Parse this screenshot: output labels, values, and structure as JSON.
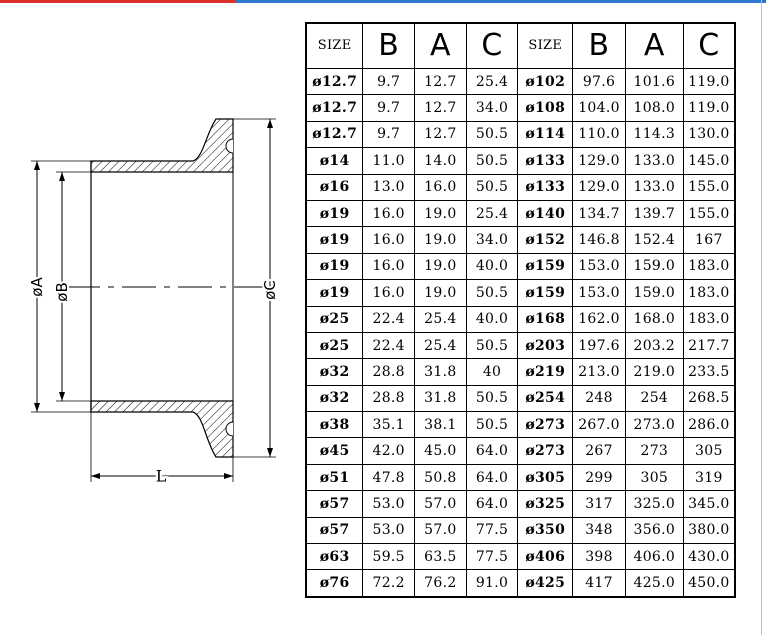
{
  "colors": {
    "bar_left": "#d9312b",
    "bar_right": "#2f78d0",
    "line": "#000000"
  },
  "drawing": {
    "dim_a": "øA",
    "dim_b": "øB",
    "dim_c": "øC",
    "dim_l": "L"
  },
  "table": {
    "headers": [
      "SIZE",
      "B",
      "A",
      "C",
      "SIZE",
      "B",
      "A",
      "C"
    ],
    "rows": [
      [
        "ø12.7",
        "9.7",
        "12.7",
        "25.4",
        "ø102",
        "97.6",
        "101.6",
        "119.0"
      ],
      [
        "ø12.7",
        "9.7",
        "12.7",
        "34.0",
        "ø108",
        "104.0",
        "108.0",
        "119.0"
      ],
      [
        "ø12.7",
        "9.7",
        "12.7",
        "50.5",
        "ø114",
        "110.0",
        "114.3",
        "130.0"
      ],
      [
        "ø14",
        "11.0",
        "14.0",
        "50.5",
        "ø133",
        "129.0",
        "133.0",
        "145.0"
      ],
      [
        "ø16",
        "13.0",
        "16.0",
        "50.5",
        "ø133",
        "129.0",
        "133.0",
        "155.0"
      ],
      [
        "ø19",
        "16.0",
        "19.0",
        "25.4",
        "ø140",
        "134.7",
        "139.7",
        "155.0"
      ],
      [
        "ø19",
        "16.0",
        "19.0",
        "34.0",
        "ø152",
        "146.8",
        "152.4",
        "167"
      ],
      [
        "ø19",
        "16.0",
        "19.0",
        "40.0",
        "ø159",
        "153.0",
        "159.0",
        "183.0"
      ],
      [
        "ø19",
        "16.0",
        "19.0",
        "50.5",
        "ø159",
        "153.0",
        "159.0",
        "183.0"
      ],
      [
        "ø25",
        "22.4",
        "25.4",
        "40.0",
        "ø168",
        "162.0",
        "168.0",
        "183.0"
      ],
      [
        "ø25",
        "22.4",
        "25.4",
        "50.5",
        "ø203",
        "197.6",
        "203.2",
        "217.7"
      ],
      [
        "ø32",
        "28.8",
        "31.8",
        "40",
        "ø219",
        "213.0",
        "219.0",
        "233.5"
      ],
      [
        "ø32",
        "28.8",
        "31.8",
        "50.5",
        "ø254",
        "248",
        "254",
        "268.5"
      ],
      [
        "ø38",
        "35.1",
        "38.1",
        "50.5",
        "ø273",
        "267.0",
        "273.0",
        "286.0"
      ],
      [
        "ø45",
        "42.0",
        "45.0",
        "64.0",
        "ø273",
        "267",
        "273",
        "305"
      ],
      [
        "ø51",
        "47.8",
        "50.8",
        "64.0",
        "ø305",
        "299",
        "305",
        "319"
      ],
      [
        "ø57",
        "53.0",
        "57.0",
        "64.0",
        "ø325",
        "317",
        "325.0",
        "345.0"
      ],
      [
        "ø57",
        "53.0",
        "57.0",
        "77.5",
        "ø350",
        "348",
        "356.0",
        "380.0"
      ],
      [
        "ø63",
        "59.5",
        "63.5",
        "77.5",
        "ø406",
        "398",
        "406.0",
        "430.0"
      ],
      [
        "ø76",
        "72.2",
        "76.2",
        "91.0",
        "ø425",
        "417",
        "425.0",
        "450.0"
      ]
    ]
  }
}
